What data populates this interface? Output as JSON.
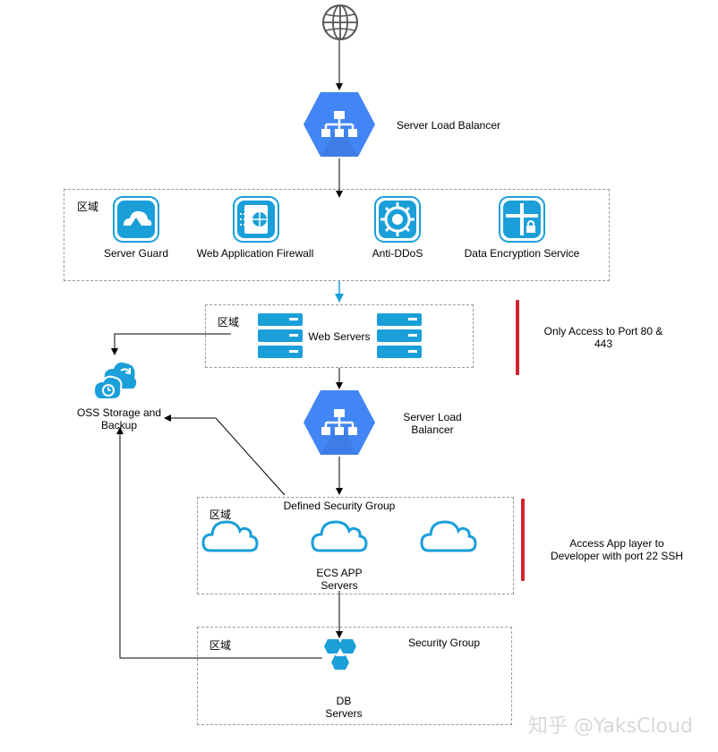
{
  "internet": {
    "icon": "globe-icon"
  },
  "top_slb": {
    "label": "Server Load Balancer",
    "icon": "load-balancer-icon",
    "color": "#4285f4"
  },
  "security_zone": {
    "tag": "区域",
    "services": [
      {
        "label": "Server Guard",
        "icon": "server-guard-icon"
      },
      {
        "label": "Web Application Firewall",
        "icon": "waf-icon"
      },
      {
        "label": "Anti-DDoS",
        "icon": "anti-ddos-icon"
      },
      {
        "label": "Data Encryption Service",
        "icon": "encryption-icon"
      }
    ]
  },
  "web_zone": {
    "tag": "区域",
    "label": "Web Servers",
    "icon": "server-rack-icon"
  },
  "web_note": "Only Access to Port 80 &\n443",
  "oss": {
    "label": "OSS Storage and\nBackup",
    "icon": "oss-storage-icon"
  },
  "mid_slb": {
    "label": "Server Load\nBalancer",
    "icon": "load-balancer-icon"
  },
  "app_zone": {
    "tag": "区域",
    "group_label": "Defined Security Group",
    "label": "ECS APP\nServers",
    "icon": "cloud-icon"
  },
  "app_note": "Access App layer  to\nDeveloper with port 22 SSH",
  "db_zone": {
    "tag": "区域",
    "group_label": "Security Group",
    "label": "DB\nServers",
    "icon": "database-icon"
  },
  "watermark": "知乎 @YaksCloud",
  "colors": {
    "accent": "#1a9fd9",
    "slb_blue": "#4285f4",
    "alert_red": "#d1232f"
  }
}
